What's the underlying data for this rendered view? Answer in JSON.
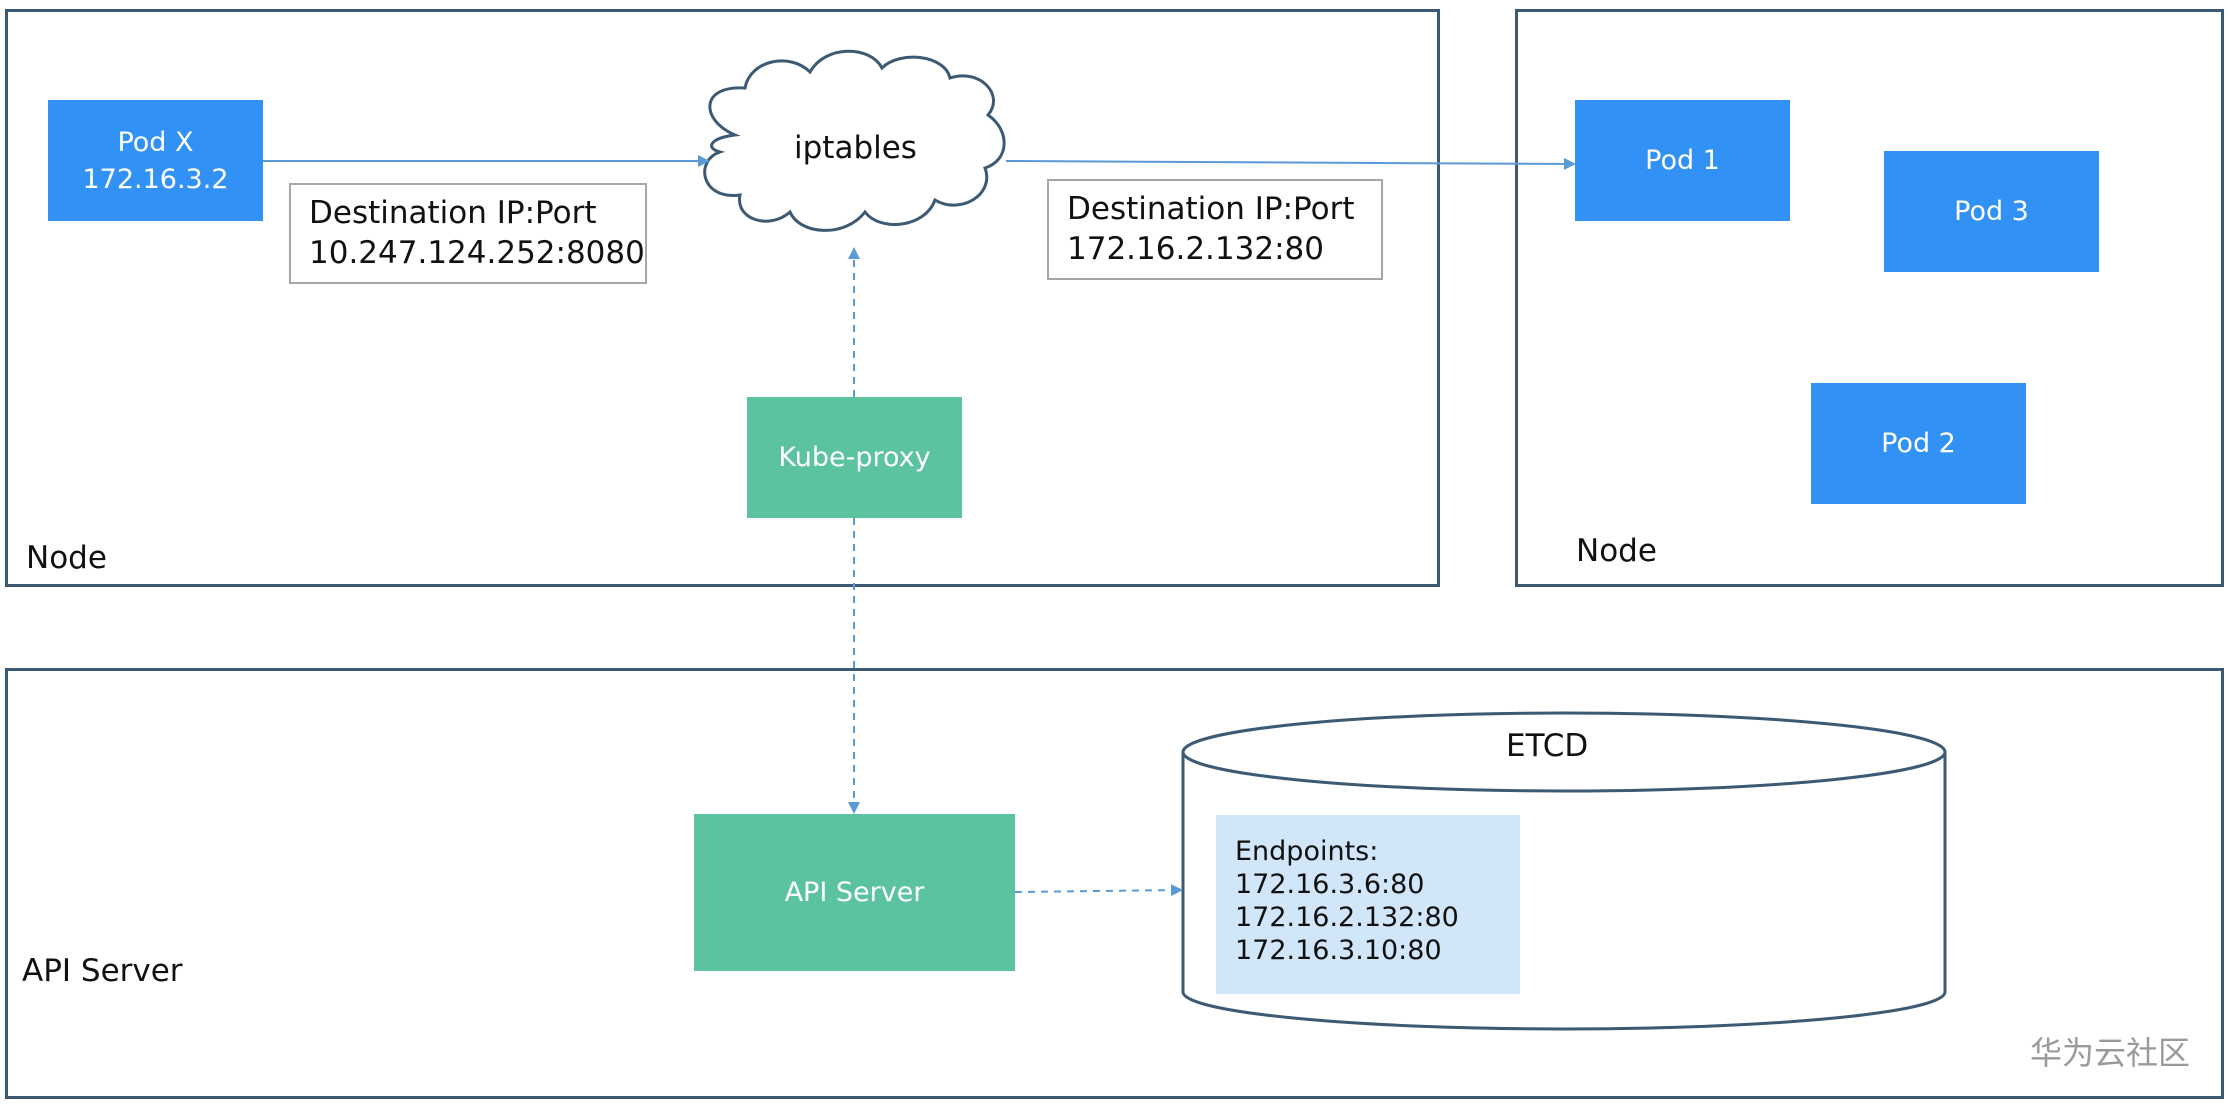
{
  "node_left": {
    "label": "Node",
    "pod_x": {
      "name": "Pod X",
      "ip": "172.16.3.2"
    },
    "iptables": "iptables",
    "kube_proxy": "Kube-proxy",
    "dest_in": {
      "line1": "Destination IP:Port",
      "line2": "10.247.124.252:8080"
    },
    "dest_out": {
      "line1": "Destination IP:Port",
      "line2": "172.16.2.132:80"
    }
  },
  "node_right": {
    "label": "Node",
    "pods": [
      "Pod 1",
      "Pod 3",
      "Pod 2"
    ]
  },
  "api_region": {
    "label": "API Server",
    "api_server": "API Server",
    "etcd": {
      "label": "ETCD",
      "endpoints_title": "Endpoints:",
      "endpoints": [
        "172.16.3.6:80",
        "172.16.2.132:80",
        "172.16.3.10:80"
      ]
    }
  },
  "watermark": "华为云社区",
  "colors": {
    "border": "#3d5a75",
    "pod": "#3291f4",
    "service": "#5bc39e",
    "endpoints_bg": "#d2e6f9",
    "arrow": "#5b9bd5"
  }
}
